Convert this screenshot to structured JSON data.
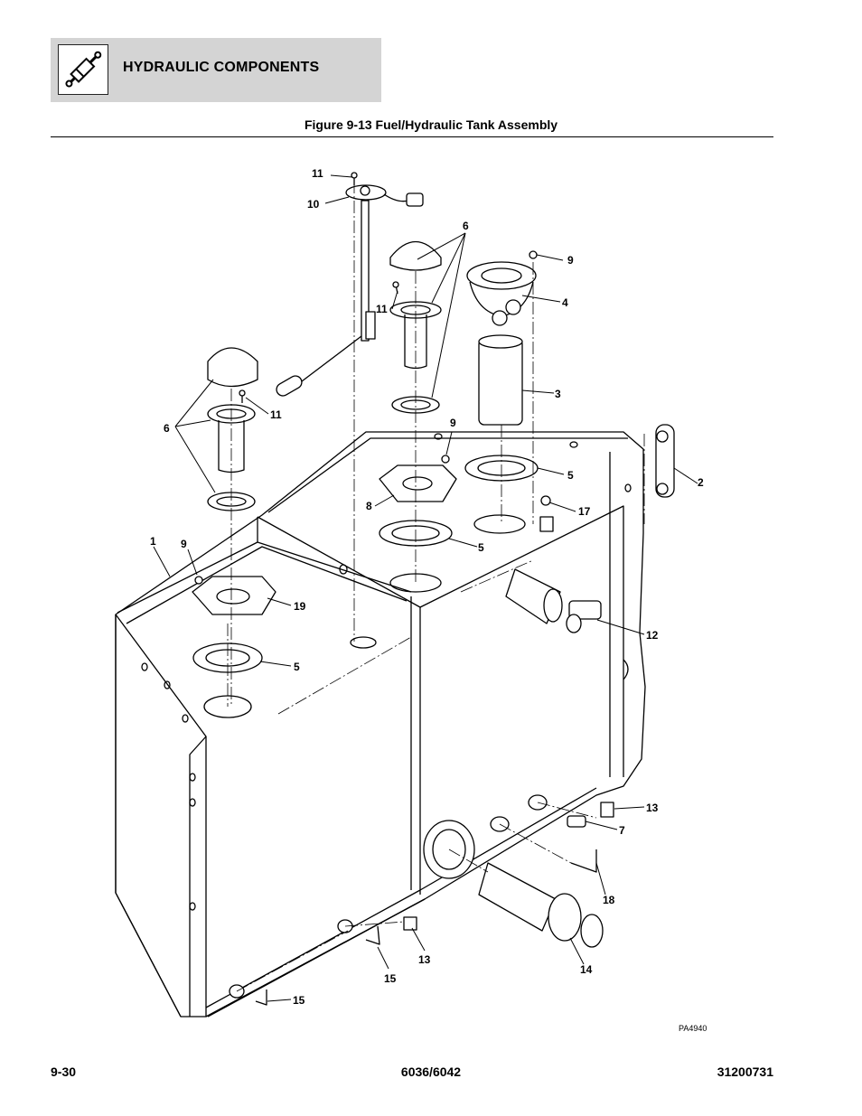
{
  "header": {
    "section_title": "HYDRAULIC COMPONENTS",
    "icon": "hydraulic-cylinder-icon"
  },
  "figure": {
    "title": "Figure 9-13 Fuel/Hydraulic Tank Assembly",
    "art_code": "PA4940"
  },
  "callouts": [
    "11",
    "10",
    "6",
    "9",
    "4",
    "11",
    "3",
    "11",
    "6",
    "9",
    "5",
    "2",
    "8",
    "17",
    "1",
    "9",
    "5",
    "19",
    "12",
    "5",
    "13",
    "7",
    "18",
    "14",
    "13",
    "15",
    "15"
  ],
  "footer": {
    "page": "9-30",
    "model": "6036/6042",
    "doc_number": "31200731"
  }
}
